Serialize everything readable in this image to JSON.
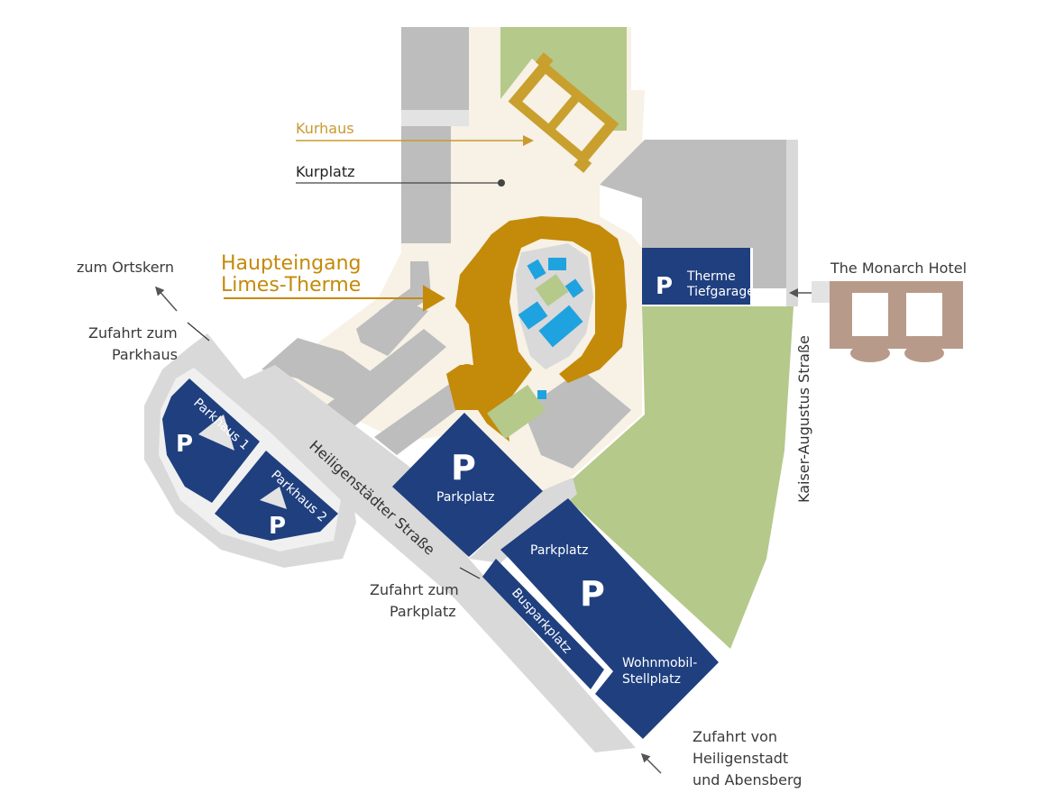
{
  "colors": {
    "road": "#d9d9d9",
    "pedestrian": "#f7f1e6",
    "building": "#bdbdbd",
    "green": "#b5c98b",
    "therme": "#c48a0a",
    "kurhaus": "#c9a02e",
    "parking": "#1f3f7f",
    "pool": "#1fa3e0",
    "hotel": "#b89a8a",
    "arrow": "#555555"
  },
  "labels": {
    "kurhaus": "Kurhaus",
    "kurplatz": "Kurplatz",
    "haupteingang_line1": "Haupteingang",
    "haupteingang_line2": "Limes-Therme",
    "zum_ortskern": "zum Ortskern",
    "zufahrt_parkhaus_line1": "Zufahrt zum",
    "zufahrt_parkhaus_line2": "Parkhaus",
    "zufahrt_parkplatz_line1": "Zufahrt zum",
    "zufahrt_parkplatz_line2": "Parkplatz",
    "zufahrt_von_line1": "Zufahrt von",
    "zufahrt_von_line2": "Heiligenstadt",
    "zufahrt_von_line3": "und Abensberg",
    "monarch_hotel": "The Monarch Hotel",
    "kaiser_augustus": "Kaiser-Augustus Straße",
    "heiligenstaedter": "Heiligenstädter Straße"
  },
  "parking": {
    "p_letter": "P",
    "parkhaus1": "Parkhaus 1",
    "parkhaus2": "Parkhaus 2",
    "parkplatz": "Parkplatz",
    "parkplatz_large": "Parkplatz",
    "tiefgarage_line1": "Therme",
    "tiefgarage_line2": "Tiefgarage",
    "busparkplatz": "Busparkplatz",
    "wohnmobil_line1": "Wohnmobil-",
    "wohnmobil_line2": "Stellplatz"
  }
}
